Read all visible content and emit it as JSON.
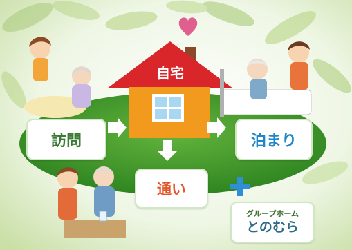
{
  "house": {
    "label": "自宅"
  },
  "services": {
    "houmon": "訪問",
    "tomari": "泊まり",
    "kayoi": "通い"
  },
  "group_home": {
    "small": "グループホーム",
    "large": "とのむら"
  },
  "colors": {
    "background_leaf": "#cfe2a8",
    "oval_fill": "#3f9a2c",
    "roof": "#d9262a",
    "house_wall": "#f29a1e",
    "arrow": "#ffffff",
    "plus": "#2f8fd6",
    "heart": "#e05f8f"
  }
}
